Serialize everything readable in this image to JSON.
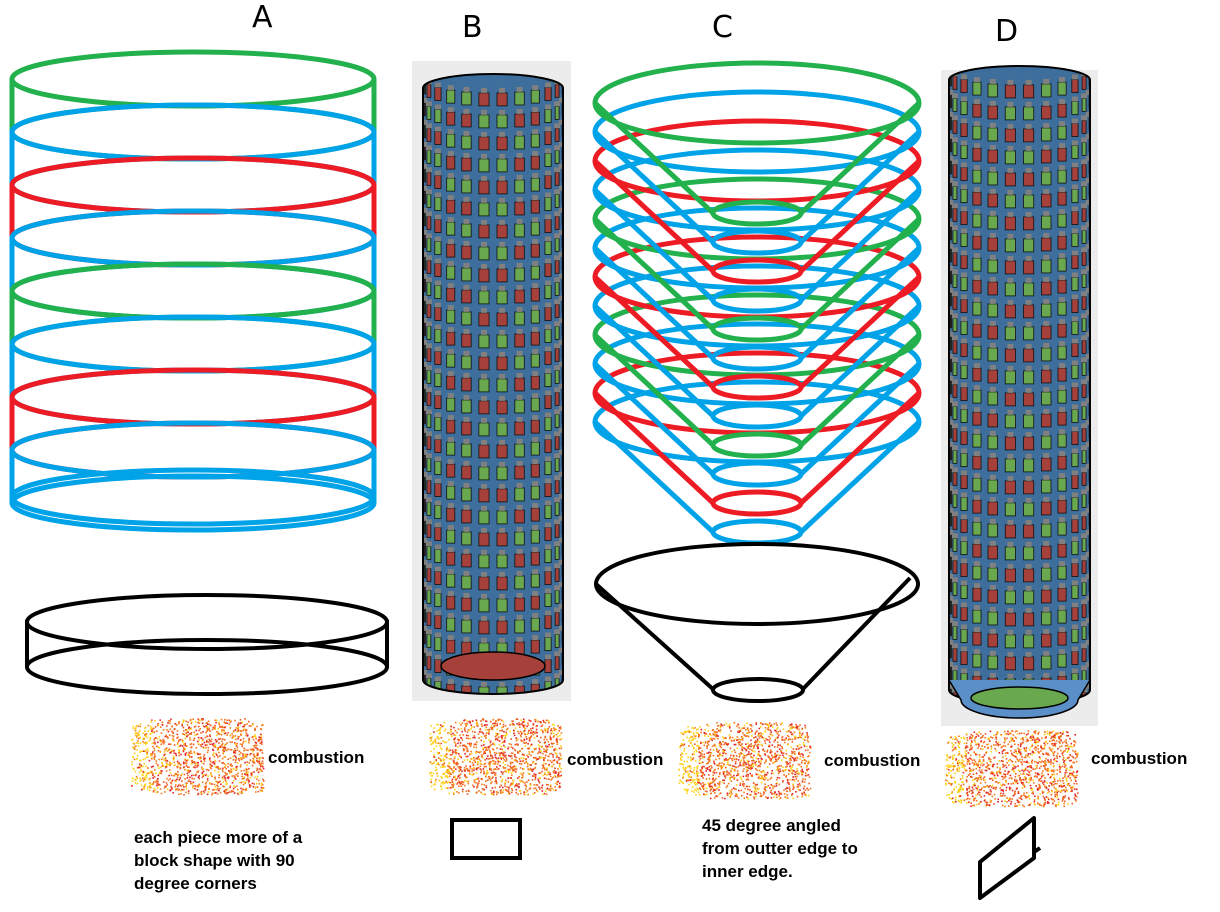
{
  "diagram": {
    "colors": {
      "green": "#22b14c",
      "blue": "#00a2e8",
      "red": "#ed1c24",
      "black": "#000000",
      "tile_green": "#6aa84f",
      "tile_green_d": "#4ca64c",
      "tile_red": "#a5403a",
      "tile_blue": "#3d6e9c",
      "tile_gray": "#808080",
      "panel_bg": "#ececec",
      "flame_red": "#e0242a",
      "flame_orange": "#f47a1f",
      "flame_yellow": "#ffd21a"
    },
    "sections": [
      {
        "id": "A",
        "letter": "A",
        "ring_colors": [
          "green",
          "blue",
          "red",
          "blue",
          "green",
          "blue",
          "red",
          "blue",
          "blue"
        ],
        "combustion_label": "combustion",
        "note": [
          "each piece more of a",
          "block shape with 90",
          "degree corners"
        ],
        "profile_shape": "ring-slab"
      },
      {
        "id": "B",
        "letter": "B",
        "render": "tiled-cylinder",
        "combustion_label": "combustion",
        "note": [],
        "profile_shape": "rectangle"
      },
      {
        "id": "C",
        "letter": "C",
        "ring_colors": [
          "green",
          "blue",
          "red",
          "blue",
          "green",
          "blue",
          "red",
          "blue",
          "green",
          "blue",
          "red",
          "blue"
        ],
        "combustion_label": "combustion",
        "note": [
          "45 degree angled",
          "from outter edge to",
          "inner edge."
        ],
        "profile_shape": "cone-frustum"
      },
      {
        "id": "D",
        "letter": "D",
        "render": "tiled-cylinder-chamfered",
        "combustion_label": "combustion",
        "note": [],
        "profile_shape": "parallelogram"
      }
    ]
  }
}
